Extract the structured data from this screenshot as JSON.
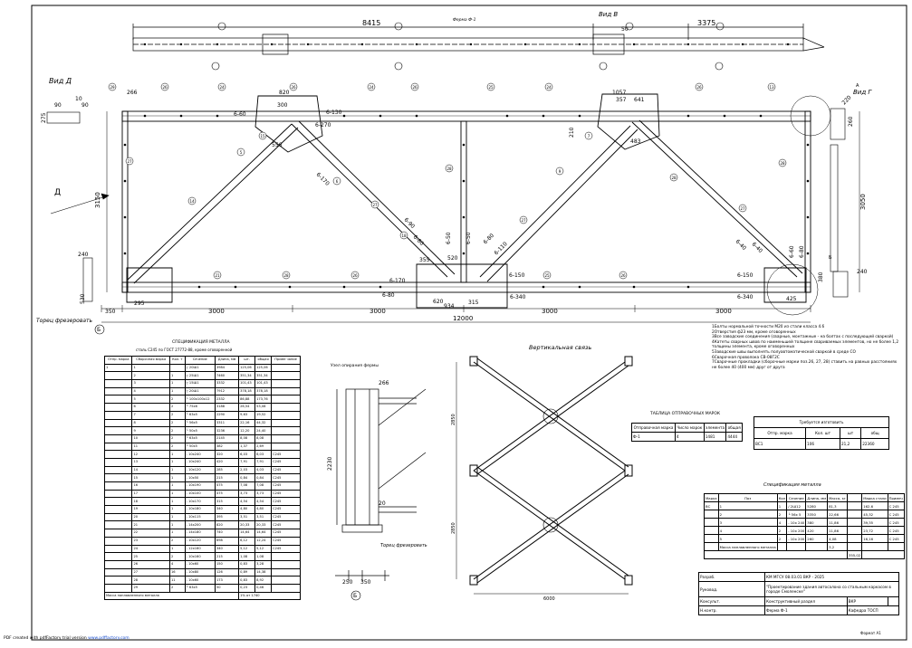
{
  "view_labels": {
    "vid_b": "Вид В",
    "vid_d": "Вид Д",
    "vid_g": "Вид Г",
    "d_arrow": "Д",
    "ferma_label": "Ферма Ф-1",
    "torec": "Торец фрезеровать",
    "node_b": "Б",
    "node_a": "А",
    "node_b2": "Б"
  },
  "top_dims": {
    "d1": "8415",
    "d2": "50",
    "d3": "3375"
  },
  "main_dims": {
    "span_total": "12000",
    "seg1": "3000",
    "seg2": "3000",
    "seg3": "3000",
    "seg4": "3000",
    "left_small": "350",
    "h_left": "3150",
    "h_right": "3050",
    "ends": "90",
    "d10": "10",
    "d275": "275",
    "d240": "240",
    "d520": "520",
    "d934": "934",
    "d315": "315",
    "d620": "620",
    "d355": "355",
    "d266": "266",
    "d820": "820",
    "d1057": "1057",
    "d300": "300",
    "d220": "220",
    "d260": "260",
    "d380": "380",
    "d240b": "240",
    "d425": "425",
    "d295": "295",
    "d530": "530",
    "d556": "556",
    "d483": "483",
    "d357": "357",
    "d641": "641",
    "d210": "210"
  },
  "welds": [
    "6-60",
    "6-130",
    "6-270",
    "6-170",
    "6-90",
    "6-80",
    "6-50",
    "6-50",
    "6-80",
    "6-110",
    "6-150",
    "6-170",
    "6-80",
    "6-340",
    "6-150",
    "6-340",
    "6-40",
    "6-40",
    "6-60",
    "6-80"
  ],
  "mark_labels": [
    "1",
    "2",
    "3",
    "4",
    "5",
    "6",
    "7",
    "8",
    "9",
    "10",
    "11",
    "12",
    "13",
    "14",
    "15",
    "16",
    "17",
    "18",
    "19",
    "20",
    "21",
    "22",
    "23",
    "24",
    "25",
    "26",
    "27",
    "28",
    "29"
  ],
  "notes": [
    "1Болты нормальной точности М20 из стали класса 4.6",
    "2Отверстия ф23 мм, кроме оговоренных",
    "3Все заводские соединения (сварные, монтажные - на болтах с последующей сваркой)",
    "4Катеты сварных швов по наименьшей толщине свариваемых элементов, но не более 1,2 толщины элемента, кроме оговоренных",
    "5Заводские швы выполнять полуавтоматической сваркой в среде СО",
    "6Сварочная проволока СВ-08Г2С",
    "7Сварочные прокладки (сборочные марки поз.26, 27, 28) ставить на равных расстояниях не более 40 (400 мм) друг от друга"
  ],
  "spec1": {
    "title": "СПЕЦИФИКАЦИЯ МЕТАЛЛА",
    "subtitle": "сталь С245 по ГОСТ 27772-88, кроме оговоренной",
    "headers": [
      "Отпр. марка",
      "Сборочная марка",
      "Кол. т",
      "Кол. н",
      "Сечение",
      "Длина, мм",
      "шт.",
      "общая",
      "марки",
      "Приме чание"
    ],
    "rows": [
      [
        "1",
        "1",
        "",
        "┬ 20Ш1",
        "3984",
        "125,06",
        "125,06",
        ""
      ],
      [
        "",
        "2",
        "1",
        "┬ 25Ш1",
        "7460",
        "351,34",
        "351,34",
        ""
      ],
      [
        "",
        "3",
        "1",
        "┬ 15Ш1",
        "3332",
        "101,43",
        "101,43",
        ""
      ],
      [
        "",
        "4",
        "1",
        "┬ 20Ш1",
        "7912",
        "378,18",
        "378,18",
        ""
      ],
      [
        "",
        "5",
        "2",
        "└ 100х100х12",
        "2332",
        "86,88",
        "173,76",
        ""
      ],
      [
        "",
        "6",
        "2",
        "└ 75х6",
        "3188",
        "26,54",
        "53,08",
        ""
      ],
      [
        "",
        "7",
        "2",
        "└ 63х5",
        "2290",
        "9,63",
        "19,52",
        ""
      ],
      [
        "",
        "8",
        "2",
        "└ 56х5",
        "3311",
        "22,16",
        "44,32",
        ""
      ],
      [
        "",
        "9",
        "2",
        "└ 50х5",
        "3236",
        "12,20",
        "24,40",
        ""
      ],
      [
        "",
        "10",
        "2",
        "└ 63х5",
        "2145",
        "8,08",
        "8,08",
        ""
      ],
      [
        "",
        "11",
        "2",
        "└ 50х5",
        "382",
        "1,37",
        "2,69",
        ""
      ],
      [
        "",
        "12",
        "1",
        "- 10х240",
        "320",
        "6,03",
        "6,03",
        "С245"
      ],
      [
        "",
        "13",
        "1",
        "- 10х240",
        "420",
        "7,91",
        "7,91",
        "С245"
      ],
      [
        "",
        "14",
        "1",
        "- 10х120",
        "285",
        "2,03",
        "4,03",
        "С245"
      ],
      [
        "",
        "15",
        "1",
        "- 10х50",
        "215",
        "0,84",
        "0,84",
        "С245"
      ],
      [
        "",
        "16",
        "1",
        "- 10х190",
        "475",
        "7,08",
        "7,08",
        "С245"
      ],
      [
        "",
        "17",
        "1",
        "- 10х100",
        "475",
        "3,73",
        "3,73",
        "С245"
      ],
      [
        "",
        "18",
        "1",
        "- 10х170",
        "315",
        "4,54",
        "4,54",
        "С245"
      ],
      [
        "",
        "19",
        "1",
        "- 10х180",
        "340",
        "4,80",
        "4,80",
        "С245"
      ],
      [
        "",
        "20",
        "1",
        "- 10х115",
        "395",
        "3,51",
        "3,51",
        "С245"
      ],
      [
        "",
        "21",
        "1",
        "- 14х200",
        "820",
        "20,33",
        "20,33",
        "С245"
      ],
      [
        "",
        "22",
        "1",
        "- 14х180",
        "740",
        "14,64",
        "14,64",
        "С245"
      ],
      [
        "",
        "23",
        "2",
        "- 10х120",
        "698",
        "6,12",
        "12,24",
        "С245"
      ],
      [
        "",
        "24",
        "1",
        "- 12х160",
        "340",
        "5,12",
        "5,12",
        "С245"
      ],
      [
        "",
        "25",
        "2",
        "- 10х160",
        "215",
        "1,08",
        "1,08",
        ""
      ],
      [
        "",
        "26",
        "4",
        "- 10х60",
        "150",
        "0,83",
        "3,28",
        ""
      ],
      [
        "",
        "27",
        "16",
        "- 10х80",
        "126",
        "0,89",
        "14,38",
        ""
      ],
      [
        "",
        "28",
        "11",
        "- 10х60",
        "173",
        "0,83",
        "8,92",
        ""
      ],
      [
        "",
        "29",
        "2",
        "└ 63х5",
        "50",
        "0,23",
        "0,46",
        ""
      ]
    ],
    "footer": "Масса наплавленного металла",
    "footer_val": "1% от 1740"
  },
  "node_title": "Узел опирания фермы",
  "node_dims": {
    "h": "2230",
    "w1": "250",
    "w2": "350",
    "d20": "20",
    "d266": "266"
  },
  "brace_title": "Вертикальная связь",
  "brace_dims": {
    "w": "6000",
    "h1": "2850",
    "h2": "2850"
  },
  "ship": {
    "title": "ТАБЛИЦА ОТПРАВОЧНЫХ МАРОК",
    "headers": [
      "Отправочная марка",
      "Число марок",
      "Масса, кг",
      "элемента",
      "общая"
    ],
    "row": [
      "Ф-1",
      "4",
      "1481",
      "4444"
    ]
  },
  "weld": {
    "title": "Требуется изготовить",
    "headers": [
      "Отпр. марка",
      "Кол. шт",
      "Масса",
      "шт",
      "общ"
    ],
    "row": [
      "ВС1",
      "106",
      "21,2",
      "22360"
    ]
  },
  "spec2": {
    "title": "Спецификация металла",
    "headers": [
      "Марка",
      "Поз",
      "Кол",
      "Сечение",
      "Длина, мм",
      "Масса, кг",
      "Марка стали",
      "Примеч"
    ],
    "rows": [
      [
        "ВС",
        "1",
        "1",
        "/ 2Ш12",
        "5280",
        "81,3",
        "162,6",
        "С 245"
      ],
      [
        "",
        "2",
        "2",
        "└ 56х 5",
        "3350",
        "22,66",
        "45,32",
        "С 245"
      ],
      [
        "",
        "3",
        "4",
        "- 10х 240",
        "380",
        "11,86",
        "39,35",
        "С 245"
      ],
      [
        "",
        "4",
        "2",
        "- 10х 200",
        "420",
        "11,86",
        "23,72",
        "С 245"
      ],
      [
        "",
        "5",
        "2",
        "- 10х 200",
        "260",
        "4,08",
        "16,16",
        "С 245"
      ],
      [
        "",
        "Масса наплавленного металла",
        "",
        "",
        "",
        "3,2",
        "",
        ""
      ]
    ],
    "total": "355,02"
  },
  "stamp": {
    "code": "КМ МГСУ 08.03.01 ВКР - 2025",
    "project": "\"Проектирование здания автосалона со стальным каркасом в городе Смоленске\"",
    "section": "Конструктивный раздел",
    "sheet_name": "Ферма Ф-1",
    "stage": "ВКР",
    "dept": "Кафедра ТОСП",
    "format": "Формат А1",
    "rows": [
      "Разраб.",
      "Руковод.",
      "Консульт.",
      "Н.контр."
    ]
  },
  "footer": {
    "prefix": "PDF created with pdfFactory trial version ",
    "link": "www.pdffactory.com"
  }
}
